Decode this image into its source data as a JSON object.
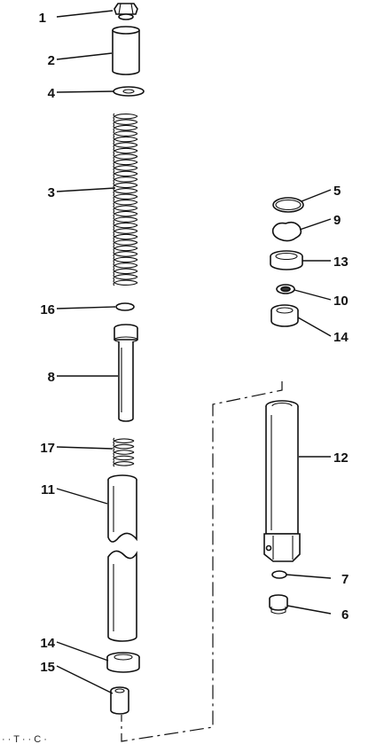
{
  "figure": {
    "callouts": {
      "c1": "1",
      "c2": "2",
      "c4": "4",
      "c3": "3",
      "c16": "16",
      "c8": "8",
      "c17": "17",
      "c11": "11",
      "c14a": "14",
      "c15": "15",
      "c5": "5",
      "c9": "9",
      "c13": "13",
      "c10": "10",
      "c14b": "14",
      "c12": "12",
      "c7": "7",
      "c6": "6"
    },
    "footer_fragment": "· · T · · C ·"
  }
}
